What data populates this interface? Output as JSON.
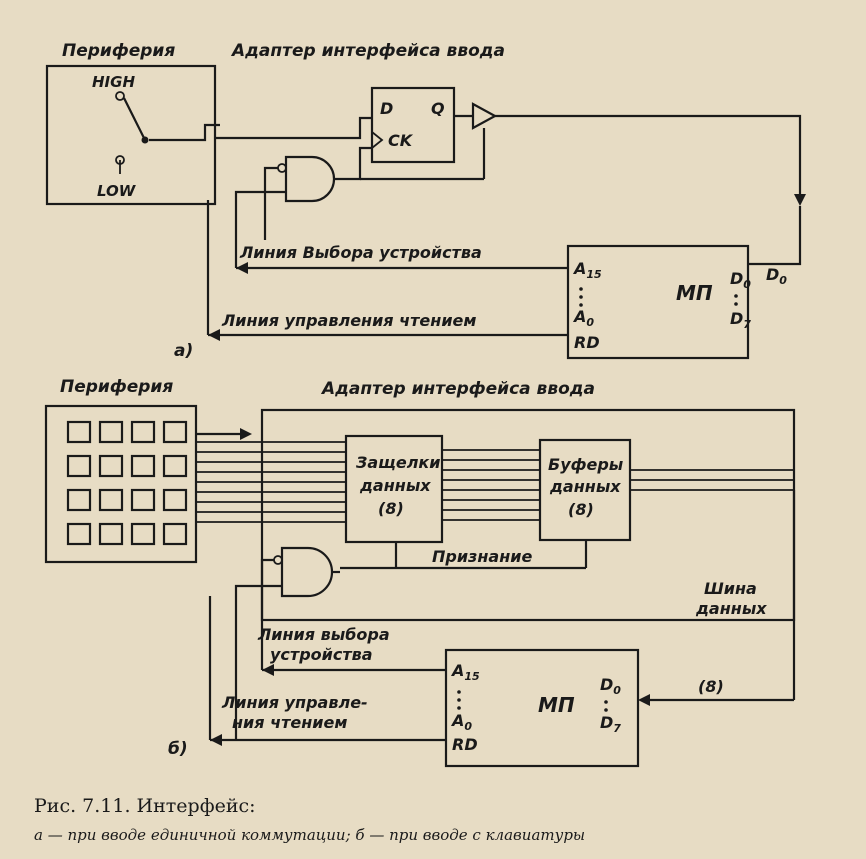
{
  "figure_a": {
    "periphery_title": "Периферия",
    "adapter_title": "Адаптер интерфейса ввода",
    "switch_high": "HIGH",
    "switch_low": "LOW",
    "flipflop_d": "D",
    "flipflop_q": "Q",
    "flipflop_ck": "CK",
    "device_select_line": "Линия Выбора устройства",
    "read_control_line": "Линия управления чтением",
    "mp_label": "МП",
    "pin_a15": "A",
    "pin_a15_sub": "15",
    "pin_a0": "A",
    "pin_a0_sub": "0",
    "pin_rd": "RD",
    "pin_d0": "D",
    "pin_d0_sub": "0",
    "pin_d7": "D",
    "pin_d7_sub": "7",
    "out_d0": "D",
    "out_d0_sub": "0",
    "sublabel": "а)"
  },
  "figure_b": {
    "periphery_title": "Периферия",
    "adapter_title": "Адаптер интерфейса ввода",
    "latches_line1": "Защелки",
    "latches_line2": "данных",
    "latches_line3": "(8)",
    "buffers_line1": "Буферы",
    "buffers_line2": "данных",
    "buffers_line3": "(8)",
    "acknowledge": "Признание",
    "bus_line1": "Шина",
    "bus_line2": "данных",
    "bus_count": "(8)",
    "device_select_line1": "Линия выбора",
    "device_select_line2": "устройства",
    "read_control_line1": "Линия управле-",
    "read_control_line2": "ния чтением",
    "mp_label": "МП",
    "pin_a15": "A",
    "pin_a15_sub": "15",
    "pin_a0": "A",
    "pin_a0_sub": "0",
    "pin_rd": "RD",
    "pin_d0": "D",
    "pin_d0_sub": "0",
    "pin_d7": "D",
    "pin_d7_sub": "7",
    "sublabel": "б)"
  },
  "caption": {
    "title": "Рис. 7.11. Интерфейс:",
    "line2": "а — при вводе единичной коммутации; б — при вводе с клавиатуры"
  }
}
